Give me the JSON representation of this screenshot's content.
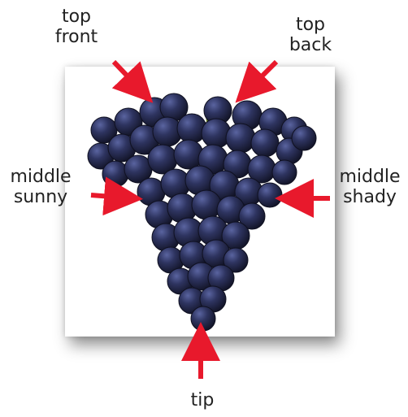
{
  "labels": {
    "top_front": "top\nfront",
    "top_back": "top\nback",
    "middle_sunny": "middle\nsunny",
    "middle_shady": "middle\nshady",
    "tip": "tip"
  },
  "colors": {
    "arrow": "#e8192c",
    "grape_dark": "#1c1f3a",
    "grape_light": "#4a5387",
    "stem": "#6e8a2a"
  }
}
